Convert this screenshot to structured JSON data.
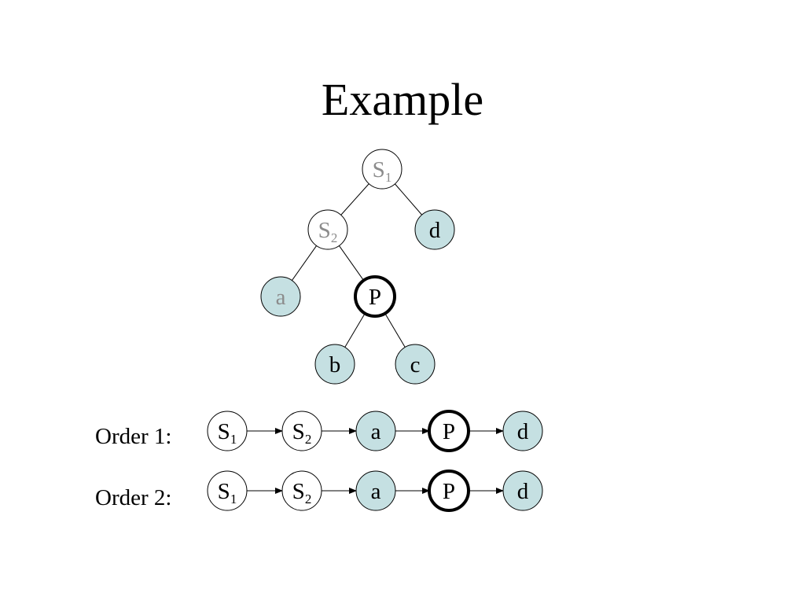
{
  "title": "Example",
  "colors": {
    "leaf_fill": "#c5e0e2",
    "internal_fill": "#ffffff",
    "gray_text": "#8c8c8c",
    "black_text": "#000000",
    "edge": "#000000"
  },
  "tree": {
    "nodes": [
      {
        "id": "S1",
        "label": "S",
        "sub": "1",
        "kind": "internal",
        "text": "gray",
        "bold": false
      },
      {
        "id": "S2",
        "label": "S",
        "sub": "2",
        "kind": "internal",
        "text": "gray",
        "bold": false
      },
      {
        "id": "d",
        "label": "d",
        "sub": "",
        "kind": "leaf",
        "text": "black",
        "bold": false
      },
      {
        "id": "a",
        "label": "a",
        "sub": "",
        "kind": "leaf",
        "text": "gray",
        "bold": false
      },
      {
        "id": "P",
        "label": "P",
        "sub": "",
        "kind": "internal",
        "text": "black",
        "bold": true
      },
      {
        "id": "b",
        "label": "b",
        "sub": "",
        "kind": "leaf",
        "text": "black",
        "bold": false
      },
      {
        "id": "c",
        "label": "c",
        "sub": "",
        "kind": "leaf",
        "text": "black",
        "bold": false
      }
    ],
    "edges": [
      [
        "S1",
        "S2"
      ],
      [
        "S1",
        "d"
      ],
      [
        "S2",
        "a"
      ],
      [
        "S2",
        "P"
      ],
      [
        "P",
        "b"
      ],
      [
        "P",
        "c"
      ]
    ]
  },
  "orders": [
    {
      "label": "Order 1:",
      "sequence": [
        {
          "label": "S",
          "sub": "1",
          "kind": "internal",
          "bold": false
        },
        {
          "label": "S",
          "sub": "2",
          "kind": "internal",
          "bold": false
        },
        {
          "label": "a",
          "sub": "",
          "kind": "leaf",
          "bold": false
        },
        {
          "label": "P",
          "sub": "",
          "kind": "internal",
          "bold": true
        },
        {
          "label": "d",
          "sub": "",
          "kind": "leaf",
          "bold": false
        }
      ]
    },
    {
      "label": "Order 2:",
      "sequence": [
        {
          "label": "S",
          "sub": "1",
          "kind": "internal",
          "bold": false
        },
        {
          "label": "S",
          "sub": "2",
          "kind": "internal",
          "bold": false
        },
        {
          "label": "a",
          "sub": "",
          "kind": "leaf",
          "bold": false
        },
        {
          "label": "P",
          "sub": "",
          "kind": "internal",
          "bold": true
        },
        {
          "label": "d",
          "sub": "",
          "kind": "leaf",
          "bold": false
        }
      ]
    }
  ]
}
